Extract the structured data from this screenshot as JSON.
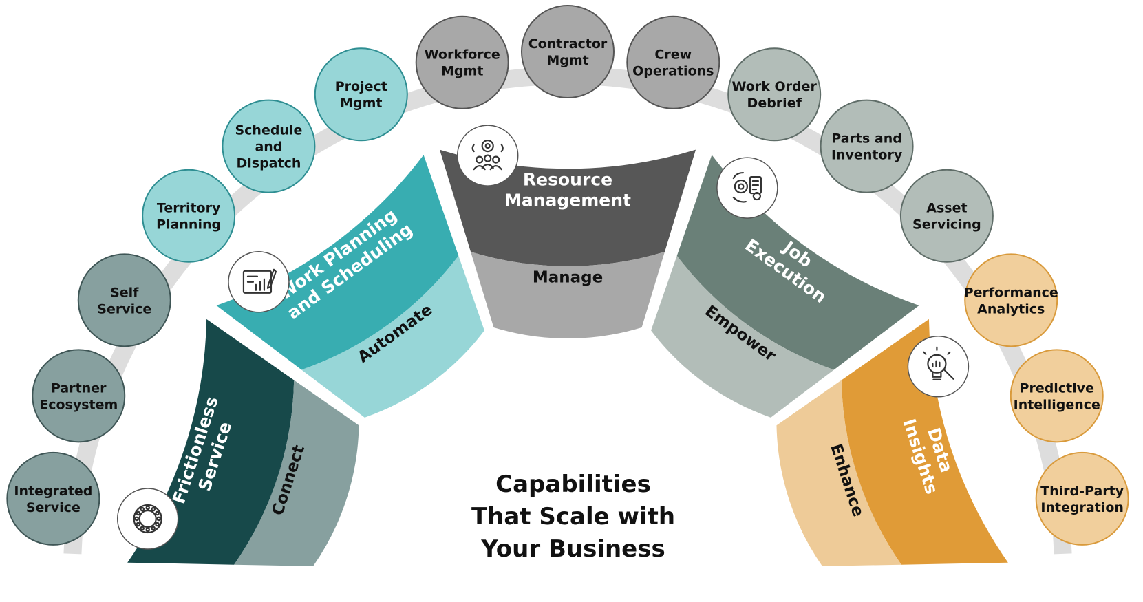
{
  "center_title": [
    "Capabilities",
    "That Scale with",
    "Your Business"
  ],
  "segments": [
    {
      "title": [
        "Frictionless",
        "Service"
      ],
      "verb": "Connect",
      "icon": "network-ring-icon",
      "outer_color": "#17494a",
      "inner_color": "#87a09f"
    },
    {
      "title": [
        "Work Planning",
        "and Scheduling"
      ],
      "verb": "Automate",
      "icon": "blueprint-icon",
      "outer_color": "#38adb1",
      "inner_color": "#97d6d7"
    },
    {
      "title": [
        "Resource",
        "Management"
      ],
      "verb": "Manage",
      "icon": "team-gear-icon",
      "outer_color": "#575757",
      "inner_color": "#a8a8a8"
    },
    {
      "title": [
        "Job",
        "Execution"
      ],
      "verb": "Empower",
      "icon": "gear-checklist-icon",
      "outer_color": "#6a8078",
      "inner_color": "#b2bdb8"
    },
    {
      "title": [
        "Data",
        "Insights"
      ],
      "verb": "Enhance",
      "icon": "lightbulb-chart-icon",
      "outer_color": "#e09b37",
      "inner_color": "#eecb98"
    }
  ],
  "bubbles": [
    {
      "label": [
        "Integrated",
        "Service"
      ],
      "fill": "#87a09f",
      "stroke": "#3f5656"
    },
    {
      "label": [
        "Partner",
        "Ecosystem"
      ],
      "fill": "#87a09f",
      "stroke": "#3f5656"
    },
    {
      "label": [
        "Self",
        "Service"
      ],
      "fill": "#87a09f",
      "stroke": "#3f5656"
    },
    {
      "label": [
        "Territory",
        "Planning"
      ],
      "fill": "#97d6d7",
      "stroke": "#2e8e92"
    },
    {
      "label": [
        "Schedule",
        "and",
        "Dispatch"
      ],
      "fill": "#97d6d7",
      "stroke": "#2e8e92"
    },
    {
      "label": [
        "Project",
        "Mgmt"
      ],
      "fill": "#97d6d7",
      "stroke": "#2e8e92"
    },
    {
      "label": [
        "Workforce",
        "Mgmt"
      ],
      "fill": "#a8a8a8",
      "stroke": "#555555"
    },
    {
      "label": [
        "Contractor",
        "Mgmt"
      ],
      "fill": "#a8a8a8",
      "stroke": "#555555"
    },
    {
      "label": [
        "Crew",
        "Operations"
      ],
      "fill": "#a8a8a8",
      "stroke": "#555555"
    },
    {
      "label": [
        "Work Order",
        "Debrief"
      ],
      "fill": "#b2bdb8",
      "stroke": "#5f6d68"
    },
    {
      "label": [
        "Parts and",
        "Inventory"
      ],
      "fill": "#b2bdb8",
      "stroke": "#5f6d68"
    },
    {
      "label": [
        "Asset",
        "Servicing"
      ],
      "fill": "#b2bdb8",
      "stroke": "#5f6d68"
    },
    {
      "label": [
        "Performance",
        "Analytics"
      ],
      "fill": "#f1cf9c",
      "stroke": "#d99a3b"
    },
    {
      "label": [
        "Predictive",
        "Intelligence"
      ],
      "fill": "#f1cf9c",
      "stroke": "#d99a3b"
    },
    {
      "label": [
        "Third-Party",
        "Integration"
      ],
      "fill": "#f1cf9c",
      "stroke": "#d99a3b"
    }
  ]
}
